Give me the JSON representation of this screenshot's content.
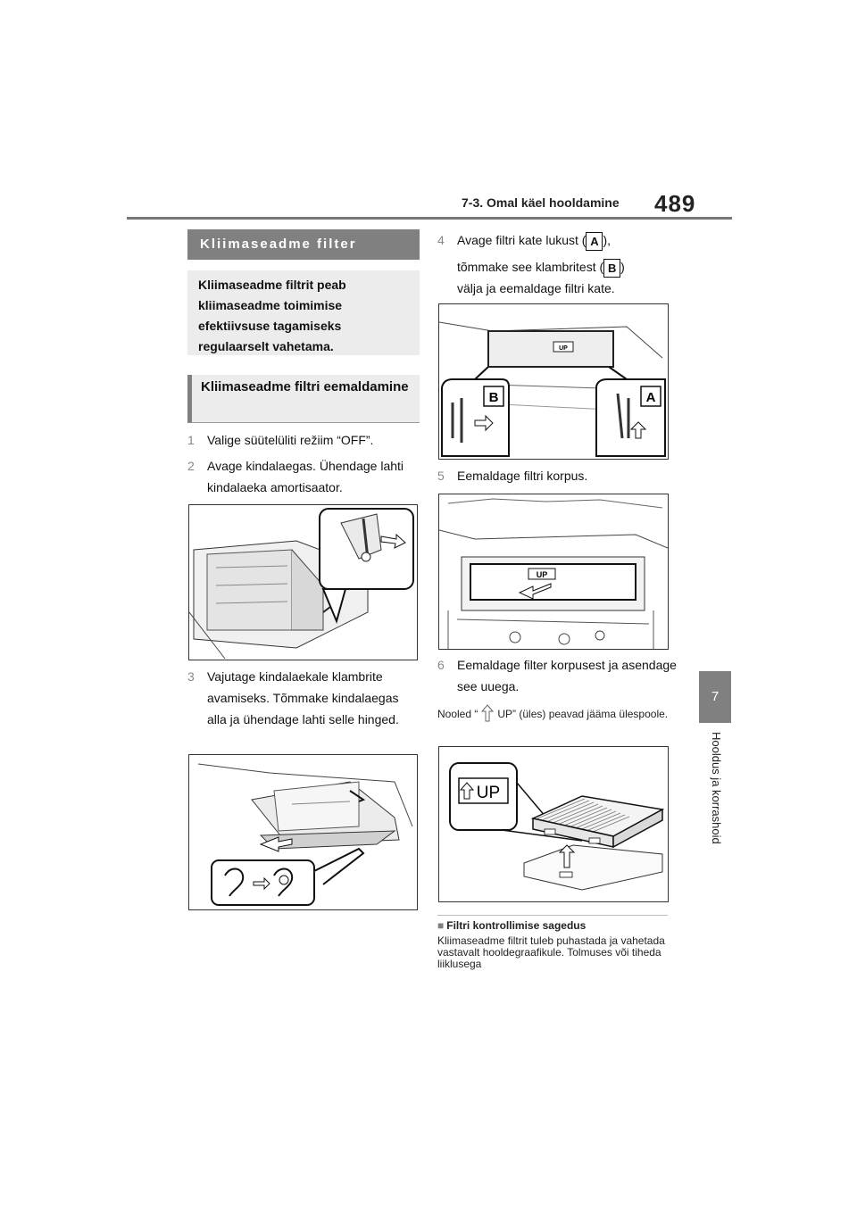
{
  "header": {
    "section": "7-3. Omal käel hooldamine",
    "page_number": "489"
  },
  "side_tab": {
    "chapter": "7",
    "label": "Hooldus ja korrashoid"
  },
  "left": {
    "section_title": "Kliimaseadme filter",
    "intro": "Kliimaseadme filtrit peab kliimaseadme toimimise efektiivsuse tagamiseks regulaarselt vahetama.",
    "subtitle": "Kliimaseadme filtri eemaldamine",
    "steps": [
      {
        "num": "1",
        "text": "Valige süütelüliti režiim “OFF”."
      },
      {
        "num": "2",
        "text": "Avage kindalaegas. Ühendage lahti kindalaeka amortisaator."
      },
      {
        "num": "3",
        "text": "Vajutage kindalaekale klambrite avamiseks. Tõmmake kindalaegas alla ja ühendage lahti selle hinged."
      }
    ]
  },
  "right": {
    "step4": {
      "num": "4",
      "line1_pre": "Avage filtri kate lukust (",
      "line1_post": "),",
      "line2_pre": "tõmmake see klambritest (",
      "line2_post": ")",
      "line3": "välja ja eemaldage filtri kate.",
      "badge_a": "A",
      "badge_b": "B"
    },
    "fig4_labels": {
      "a": "A",
      "b": "B",
      "up": "UP"
    },
    "step5": {
      "num": "5",
      "text": "Eemaldage filtri korpus."
    },
    "fig5_up": "UP",
    "step6": {
      "num": "6",
      "text": "Eemaldage filter korpusest ja asendage see uuega."
    },
    "note_pre": "Nooled “",
    "note_post": "UP” (üles) peavad jääma ülespoole.",
    "fig6_up": "UP",
    "subheading": "Filtri kontrollimise sagedus",
    "paragraph": "Kliimaseadme filtrit tuleb puhastada ja vahetada vastavalt hooldegraafikule. Tolmuses või tiheda liiklusega"
  }
}
